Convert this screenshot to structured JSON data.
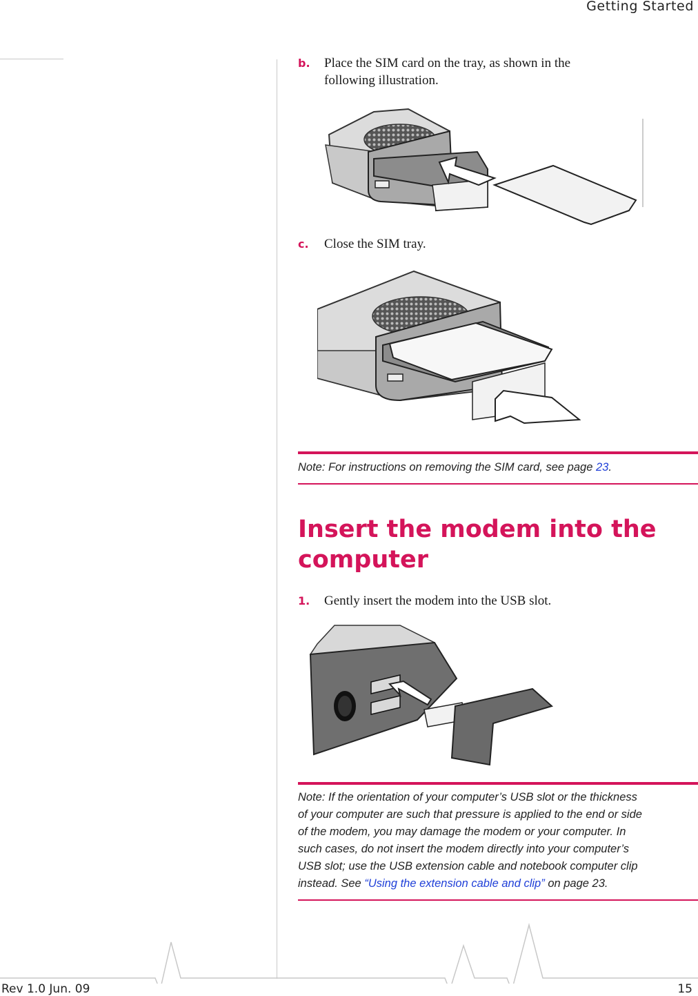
{
  "header": {
    "section_title": "Getting Started"
  },
  "steps": {
    "b": {
      "label": "b.",
      "text_line1": "Place the SIM card on the tray, as shown in the",
      "text_line2": "following illustration."
    },
    "c": {
      "label": "c.",
      "text": "Close the SIM tray."
    },
    "one": {
      "label": "1.",
      "text": "Gently insert the modem into the USB slot."
    }
  },
  "note1": {
    "prefix": "Note:  For instructions on removing the SIM card, see page ",
    "page_link": "23",
    "suffix": "."
  },
  "section_heading": {
    "line1": "Insert the modem into the",
    "line2": "computer"
  },
  "note2": {
    "line1": "Note:  If the orientation of your computer’s USB slot or the thickness",
    "line2": "of your computer are such that pressure is applied to the end or side",
    "line3": "of the modem, you may damage the modem or your computer. In",
    "line4": "such cases, do not insert the modem directly into your computer’s",
    "line5": "USB slot; use the USB extension cable and notebook computer clip",
    "line6_prefix": "instead. See ",
    "line6_link": "“Using the extension cable and clip”",
    "line6_suffix": " on page 23."
  },
  "footer": {
    "revision": "Rev 1.0  Jun. 09",
    "page_number": "15"
  },
  "colors": {
    "accent": "#d4145a",
    "link": "#1f3fd8",
    "rule": "#c8c8c8"
  }
}
